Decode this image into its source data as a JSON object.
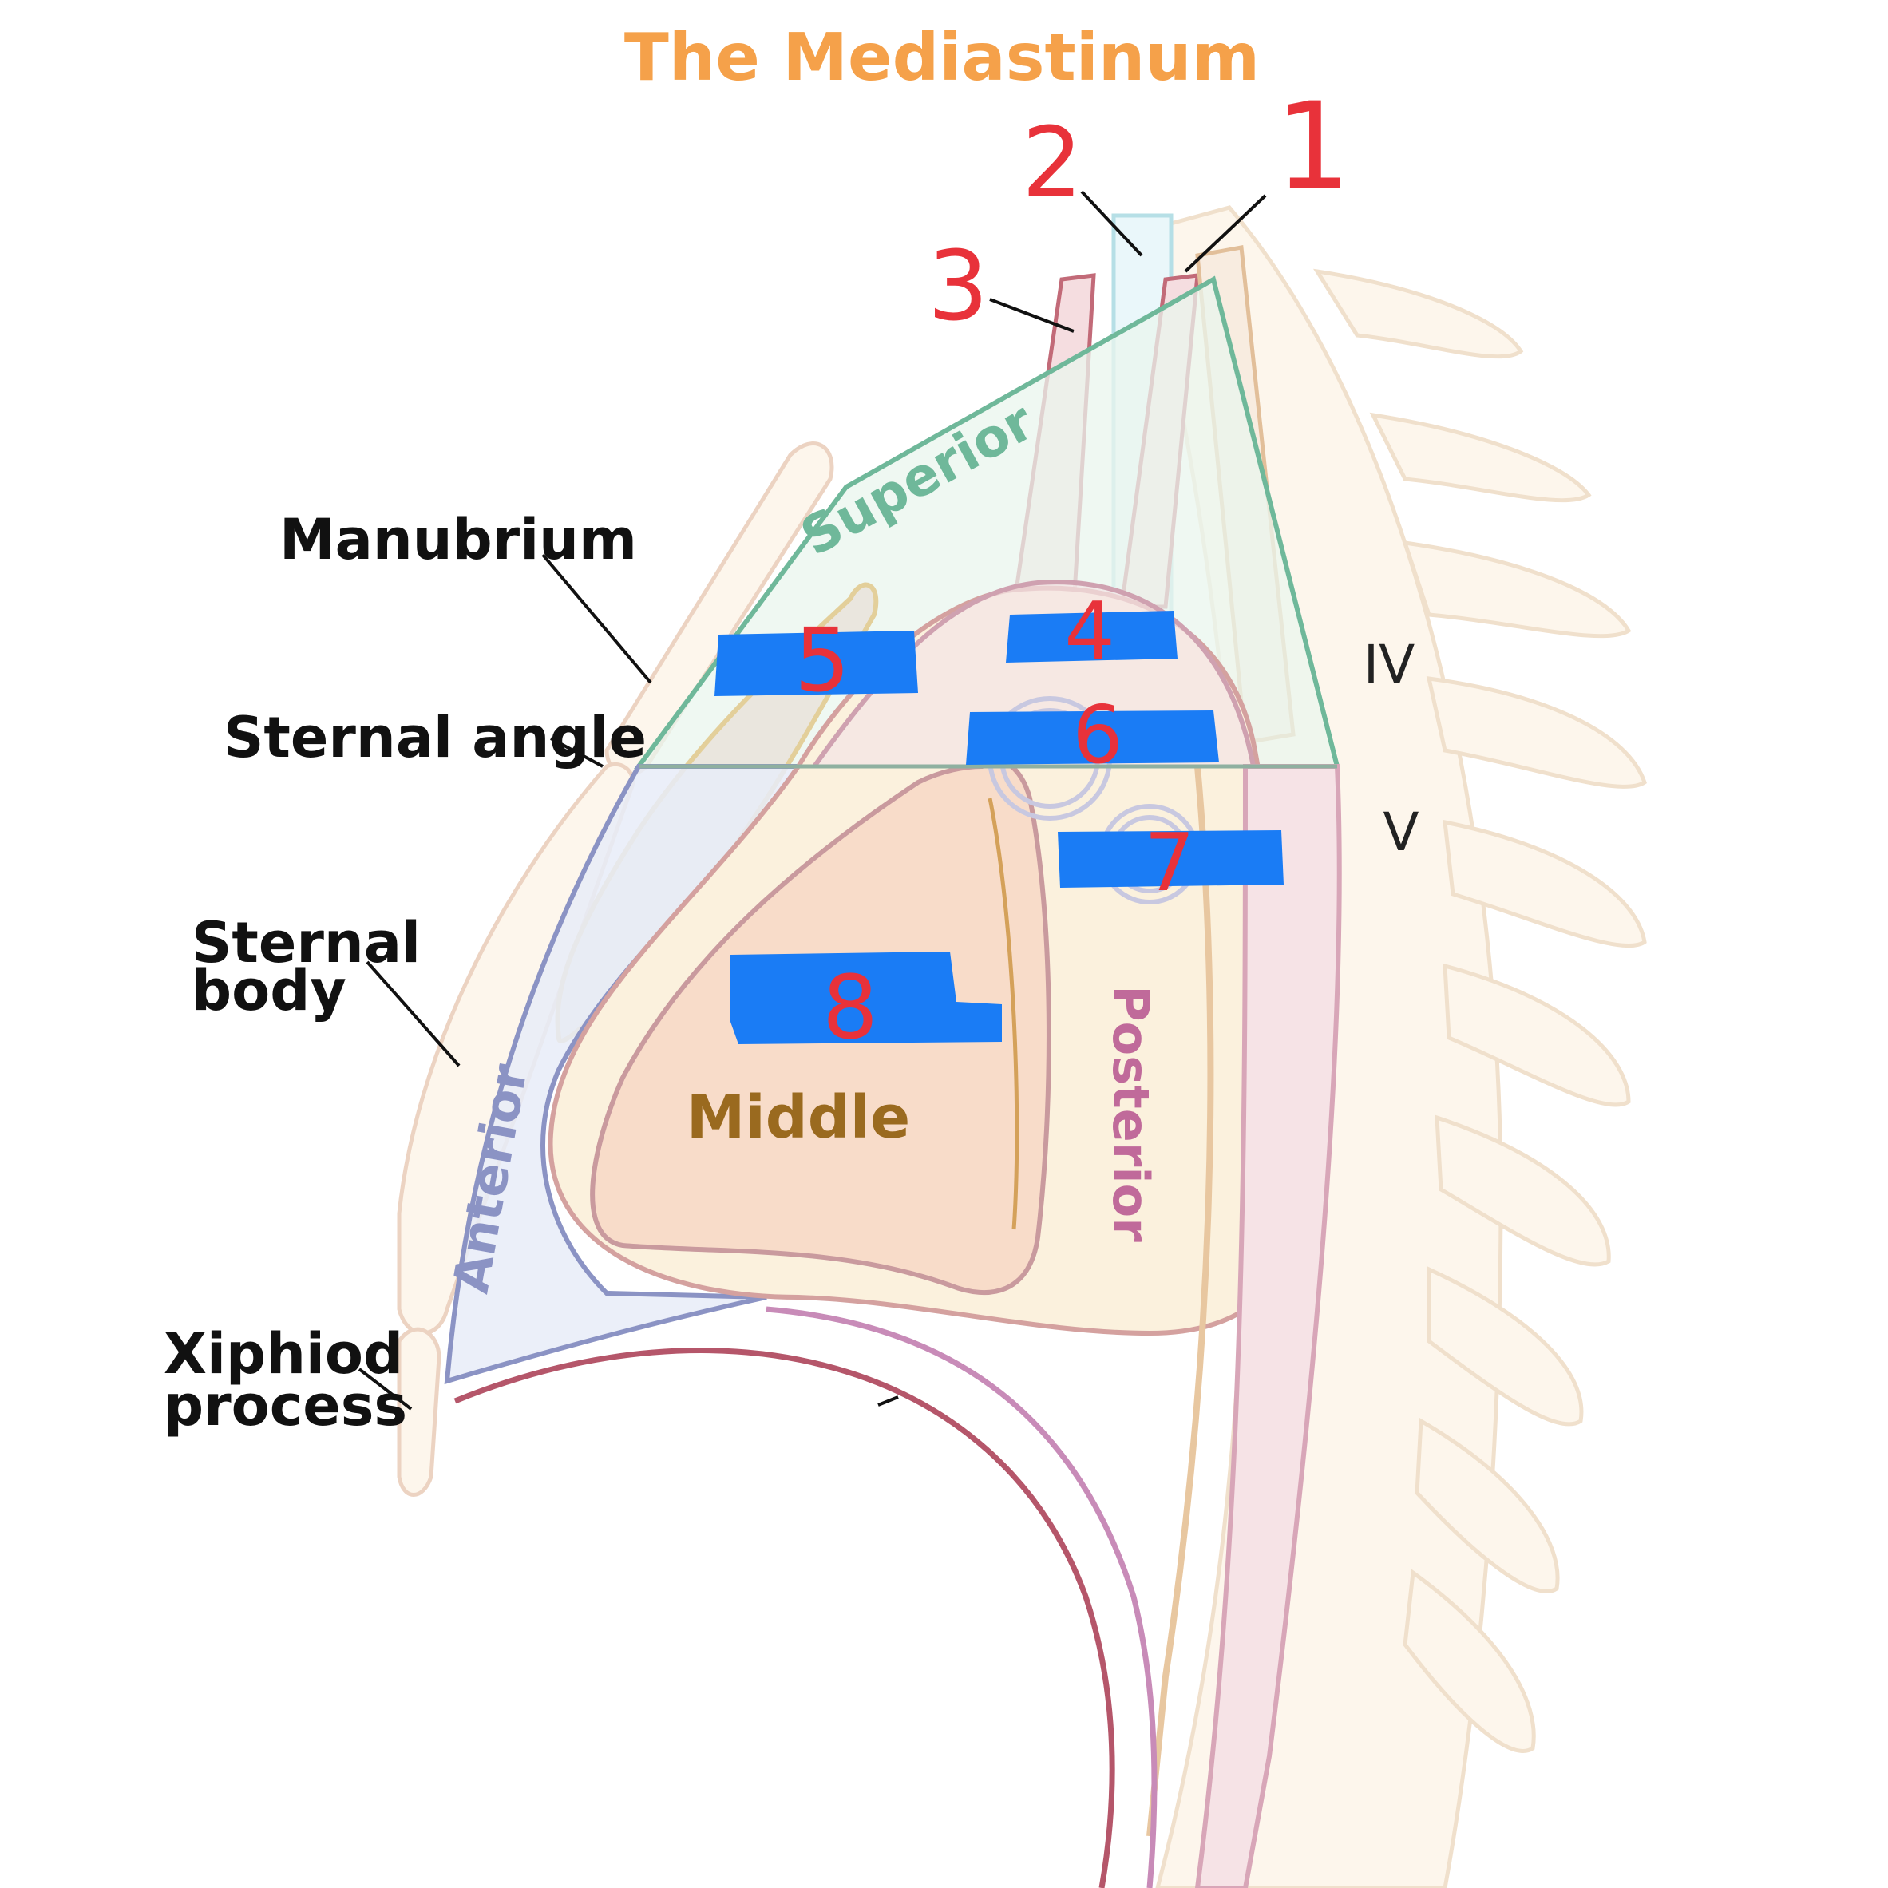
{
  "title": "The Mediastinum",
  "labels": {
    "manubrium": "Manubrium",
    "sternal_angle": "Sternal angle",
    "sternal_body_1": "Sternal",
    "sternal_body_2": "body",
    "xiphoid_1": "Xiphiod",
    "xiphoid_2": "process"
  },
  "regions": {
    "superior": "Superior",
    "anterior": "Anterior",
    "middle": "Middle",
    "posterior": "Posterior"
  },
  "vertebra_levels": {
    "iv": "IV",
    "v": "V"
  },
  "numbers": [
    "1",
    "2",
    "3",
    "4",
    "5",
    "6",
    "7",
    "8"
  ],
  "colors": {
    "title": "#f5a14a",
    "superior": "#6fb89a",
    "anterior": "#8b93c4",
    "middle": "#9a6a1f",
    "posterior": "#c06a9a",
    "redaction": "#1a7cf5",
    "numbers": "#e8323a"
  }
}
